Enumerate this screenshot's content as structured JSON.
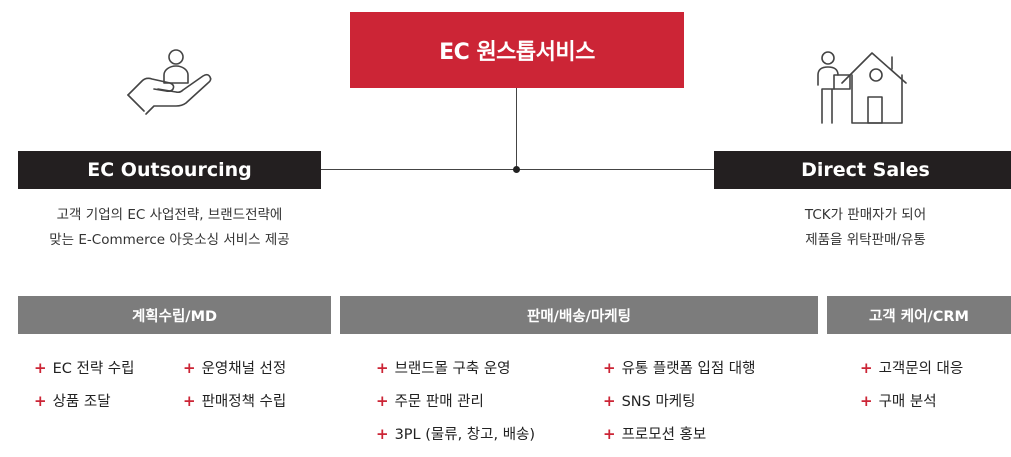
{
  "title": "EC 원스톱서비스",
  "left": {
    "heading": "EC Outsourcing",
    "icon": "hand-holding-person-icon",
    "desc_line1": "고객 기업의 EC 사업전략, 브랜드전략에",
    "desc_line2": "맞는 E-Commerce 아웃소싱 서비스 제공"
  },
  "right": {
    "heading": "Direct Sales",
    "icon": "person-with-box-house-icon",
    "desc_line1": "TCK가 판매자가 되어",
    "desc_line2": "제품을 위탁판매/유통"
  },
  "categories": [
    {
      "label": "계획수립/MD",
      "col1": [
        "EC 전략 수립",
        "상품 조달"
      ],
      "col2": [
        "운영채널 선정",
        "판매정책 수립"
      ]
    },
    {
      "label": "판매/배송/마케팅",
      "col1": [
        "브랜드몰 구축 운영",
        "주문 판매 관리",
        "3PL (물류, 창고, 배송)"
      ],
      "col2": [
        "유통 플랫폼 입점 대행",
        "SNS 마케팅",
        "프로모션 홍보"
      ]
    },
    {
      "label": "고객 케어/CRM",
      "col1": [
        "고객문의 대응",
        "구매 분석"
      ]
    }
  ],
  "bullet": "+",
  "colors": {
    "accent": "#cc2536",
    "dark": "#231f20",
    "gray": "#7c7c7c"
  }
}
